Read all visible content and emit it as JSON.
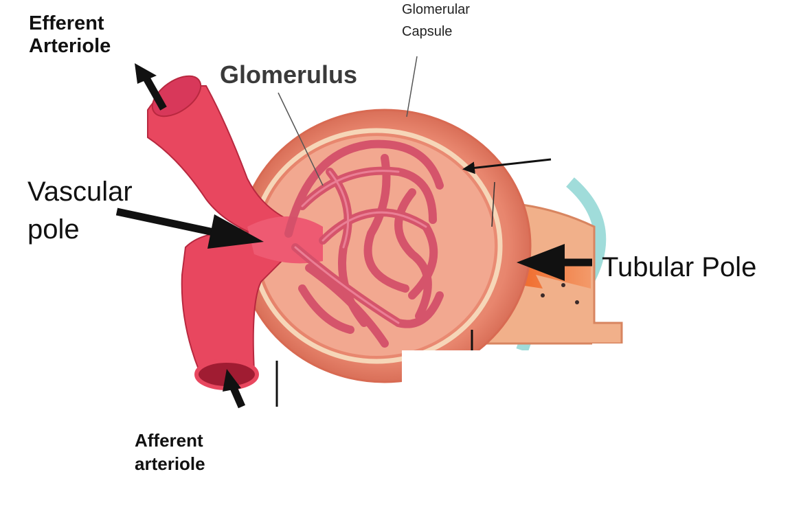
{
  "labels": {
    "efferent_line1": "Efferent",
    "efferent_line2": "Arteriole",
    "capsule_line1": "Glomerular",
    "capsule_line2": "Capsule",
    "glomerulus": "Glomerulus",
    "vascular_line1": "Vascular",
    "vascular_line2": "pole",
    "tubular": "Tubular Pole",
    "afferent_line1": "Afferent",
    "afferent_line2": "arteriole"
  },
  "colors": {
    "vessel": "#e8475f",
    "vessel_dark": "#c9304a",
    "capsule_outer": "#e98a72",
    "capsule_inner": "#f6d6b8",
    "capillary": "#d4506a",
    "tubule": "#f07a3a",
    "arrow": "#111111"
  }
}
